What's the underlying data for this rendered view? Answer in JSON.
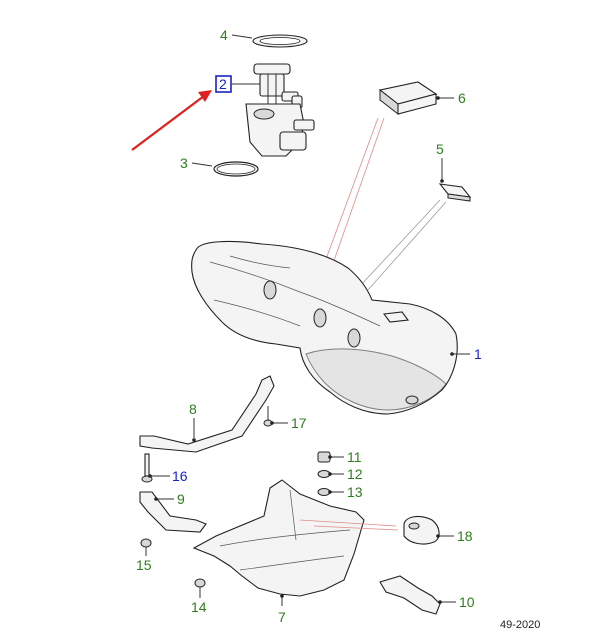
{
  "callouts": [
    {
      "id": "1",
      "text": "1",
      "color": "blue"
    },
    {
      "id": "2",
      "text": "2",
      "color": "blue",
      "highlighted": true
    },
    {
      "id": "3",
      "text": "3",
      "color": "green"
    },
    {
      "id": "4",
      "text": "4",
      "color": "green"
    },
    {
      "id": "5",
      "text": "5",
      "color": "green"
    },
    {
      "id": "6",
      "text": "6",
      "color": "green"
    },
    {
      "id": "7",
      "text": "7",
      "color": "green"
    },
    {
      "id": "8",
      "text": "8",
      "color": "green"
    },
    {
      "id": "9",
      "text": "9",
      "color": "green"
    },
    {
      "id": "10",
      "text": "10",
      "color": "green"
    },
    {
      "id": "11",
      "text": "11",
      "color": "green"
    },
    {
      "id": "12",
      "text": "12",
      "color": "green"
    },
    {
      "id": "13",
      "text": "13",
      "color": "green"
    },
    {
      "id": "14",
      "text": "14",
      "color": "green"
    },
    {
      "id": "15",
      "text": "15",
      "color": "green"
    },
    {
      "id": "16",
      "text": "16",
      "color": "blue"
    },
    {
      "id": "17",
      "text": "17",
      "color": "green"
    },
    {
      "id": "18",
      "text": "18",
      "color": "green"
    }
  ],
  "footer": {
    "code": "49-2020"
  },
  "colors": {
    "green": "#2e7d1e",
    "blue": "#1a22c8",
    "arrow": "#e02020",
    "highlight": "#1a22c8"
  }
}
